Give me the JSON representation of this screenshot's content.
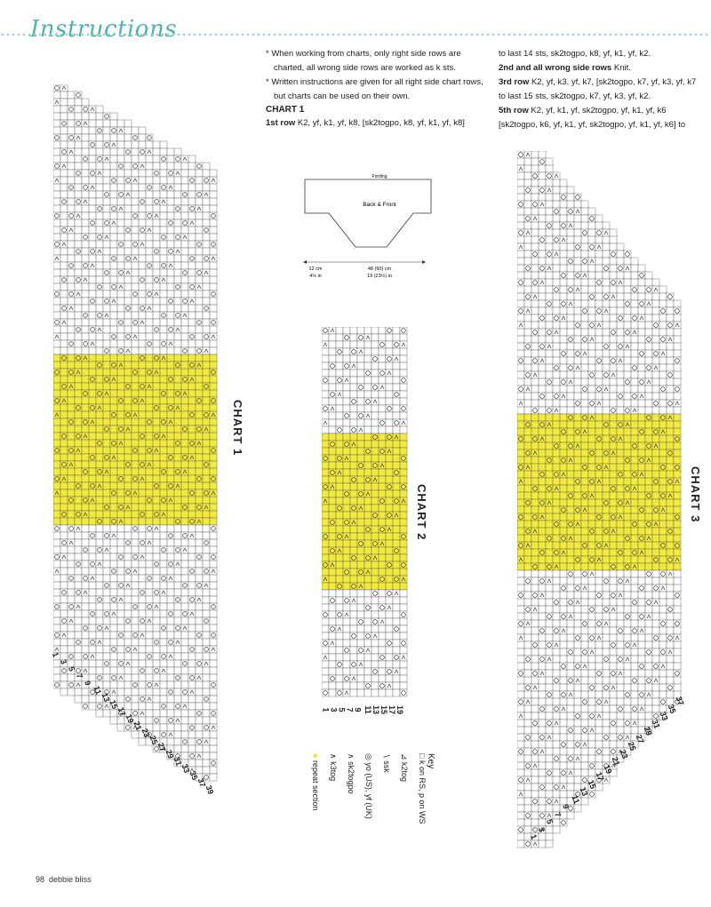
{
  "header": {
    "title": "Instructions"
  },
  "notes": [
    "* When working from charts, only right side rows are charted, all wrong side rows are worked as k sts.",
    "* Written instructions are given for all right side chart rows, but charts can be used on their own."
  ],
  "chart1_text": {
    "heading": "CHART 1",
    "row1_label": "1st row",
    "row1": "K2, yf, k1, yf, k8, [sk2togpo, k8, yf, k1, yf, k8]"
  },
  "right_text": [
    {
      "label": "",
      "text": "to last 14 sts, sk2togpo, k8, yf, k1, yf, k2."
    },
    {
      "label": "2nd and all wrong side rows",
      "text": "Knit."
    },
    {
      "label": "3rd row",
      "text": "K2, yf, k3, yf, k7, [sk2togpo, k7, yf, k3, yf, k7"
    },
    {
      "label": "",
      "text": "to last 15 sts, sk2togpo, k7, yf, k3, yf, k2."
    },
    {
      "label": "5th row",
      "text": "K2, yf, k1, yf, sk2togpo, yf, k1, yf, k6"
    },
    {
      "label": "",
      "text": "[sk2togpo, k6, yf, k1, yf, sk2togpo, yf, k1, yf, k6] to"
    }
  ],
  "diagram": {
    "top_label": "Fording",
    "center_label": "Back & Front",
    "dim_left_cm": "12 cm",
    "dim_left_in": "4½ in",
    "dim_right_cm": "48 (60) cm",
    "dim_right_in": "19 (23½) in"
  },
  "charts": {
    "chart1": {
      "label": "CHART 1",
      "row_numbers": [
        "1",
        "3",
        "5",
        "7",
        "9",
        "11",
        "13",
        "15",
        "17",
        "19",
        "21",
        "23",
        "25",
        "27",
        "29",
        "31",
        "33",
        "35",
        "37",
        "39"
      ]
    },
    "chart2": {
      "label": "CHART 2",
      "row_numbers": [
        "1",
        "3",
        "5",
        "7",
        "9",
        "11",
        "13",
        "15",
        "17",
        "19"
      ]
    },
    "chart3": {
      "label": "CHART 3",
      "row_numbers": [
        "1",
        "3",
        "5",
        "7",
        "9",
        "11",
        "13",
        "15",
        "17",
        "19",
        "21",
        "23",
        "25",
        "27",
        "29",
        "31",
        "33",
        "35",
        "37"
      ]
    }
  },
  "key": {
    "title": "Key",
    "items": [
      {
        "symbol": "□",
        "label": "k on RS, p on WS"
      },
      {
        "symbol": "⊿",
        "label": "k2tog"
      },
      {
        "symbol": "∖",
        "label": "ssk"
      },
      {
        "symbol": "◎",
        "label": "yo (US), yf (UK)"
      },
      {
        "symbol": "∧",
        "label": "sk2togpo"
      },
      {
        "symbol": "∧",
        "label": "k3tog"
      },
      {
        "symbol": "■",
        "label": "repeat section"
      }
    ],
    "highlight_color": "#f2ea3c"
  },
  "footer": {
    "page": "98",
    "brand": "debbie bliss"
  }
}
